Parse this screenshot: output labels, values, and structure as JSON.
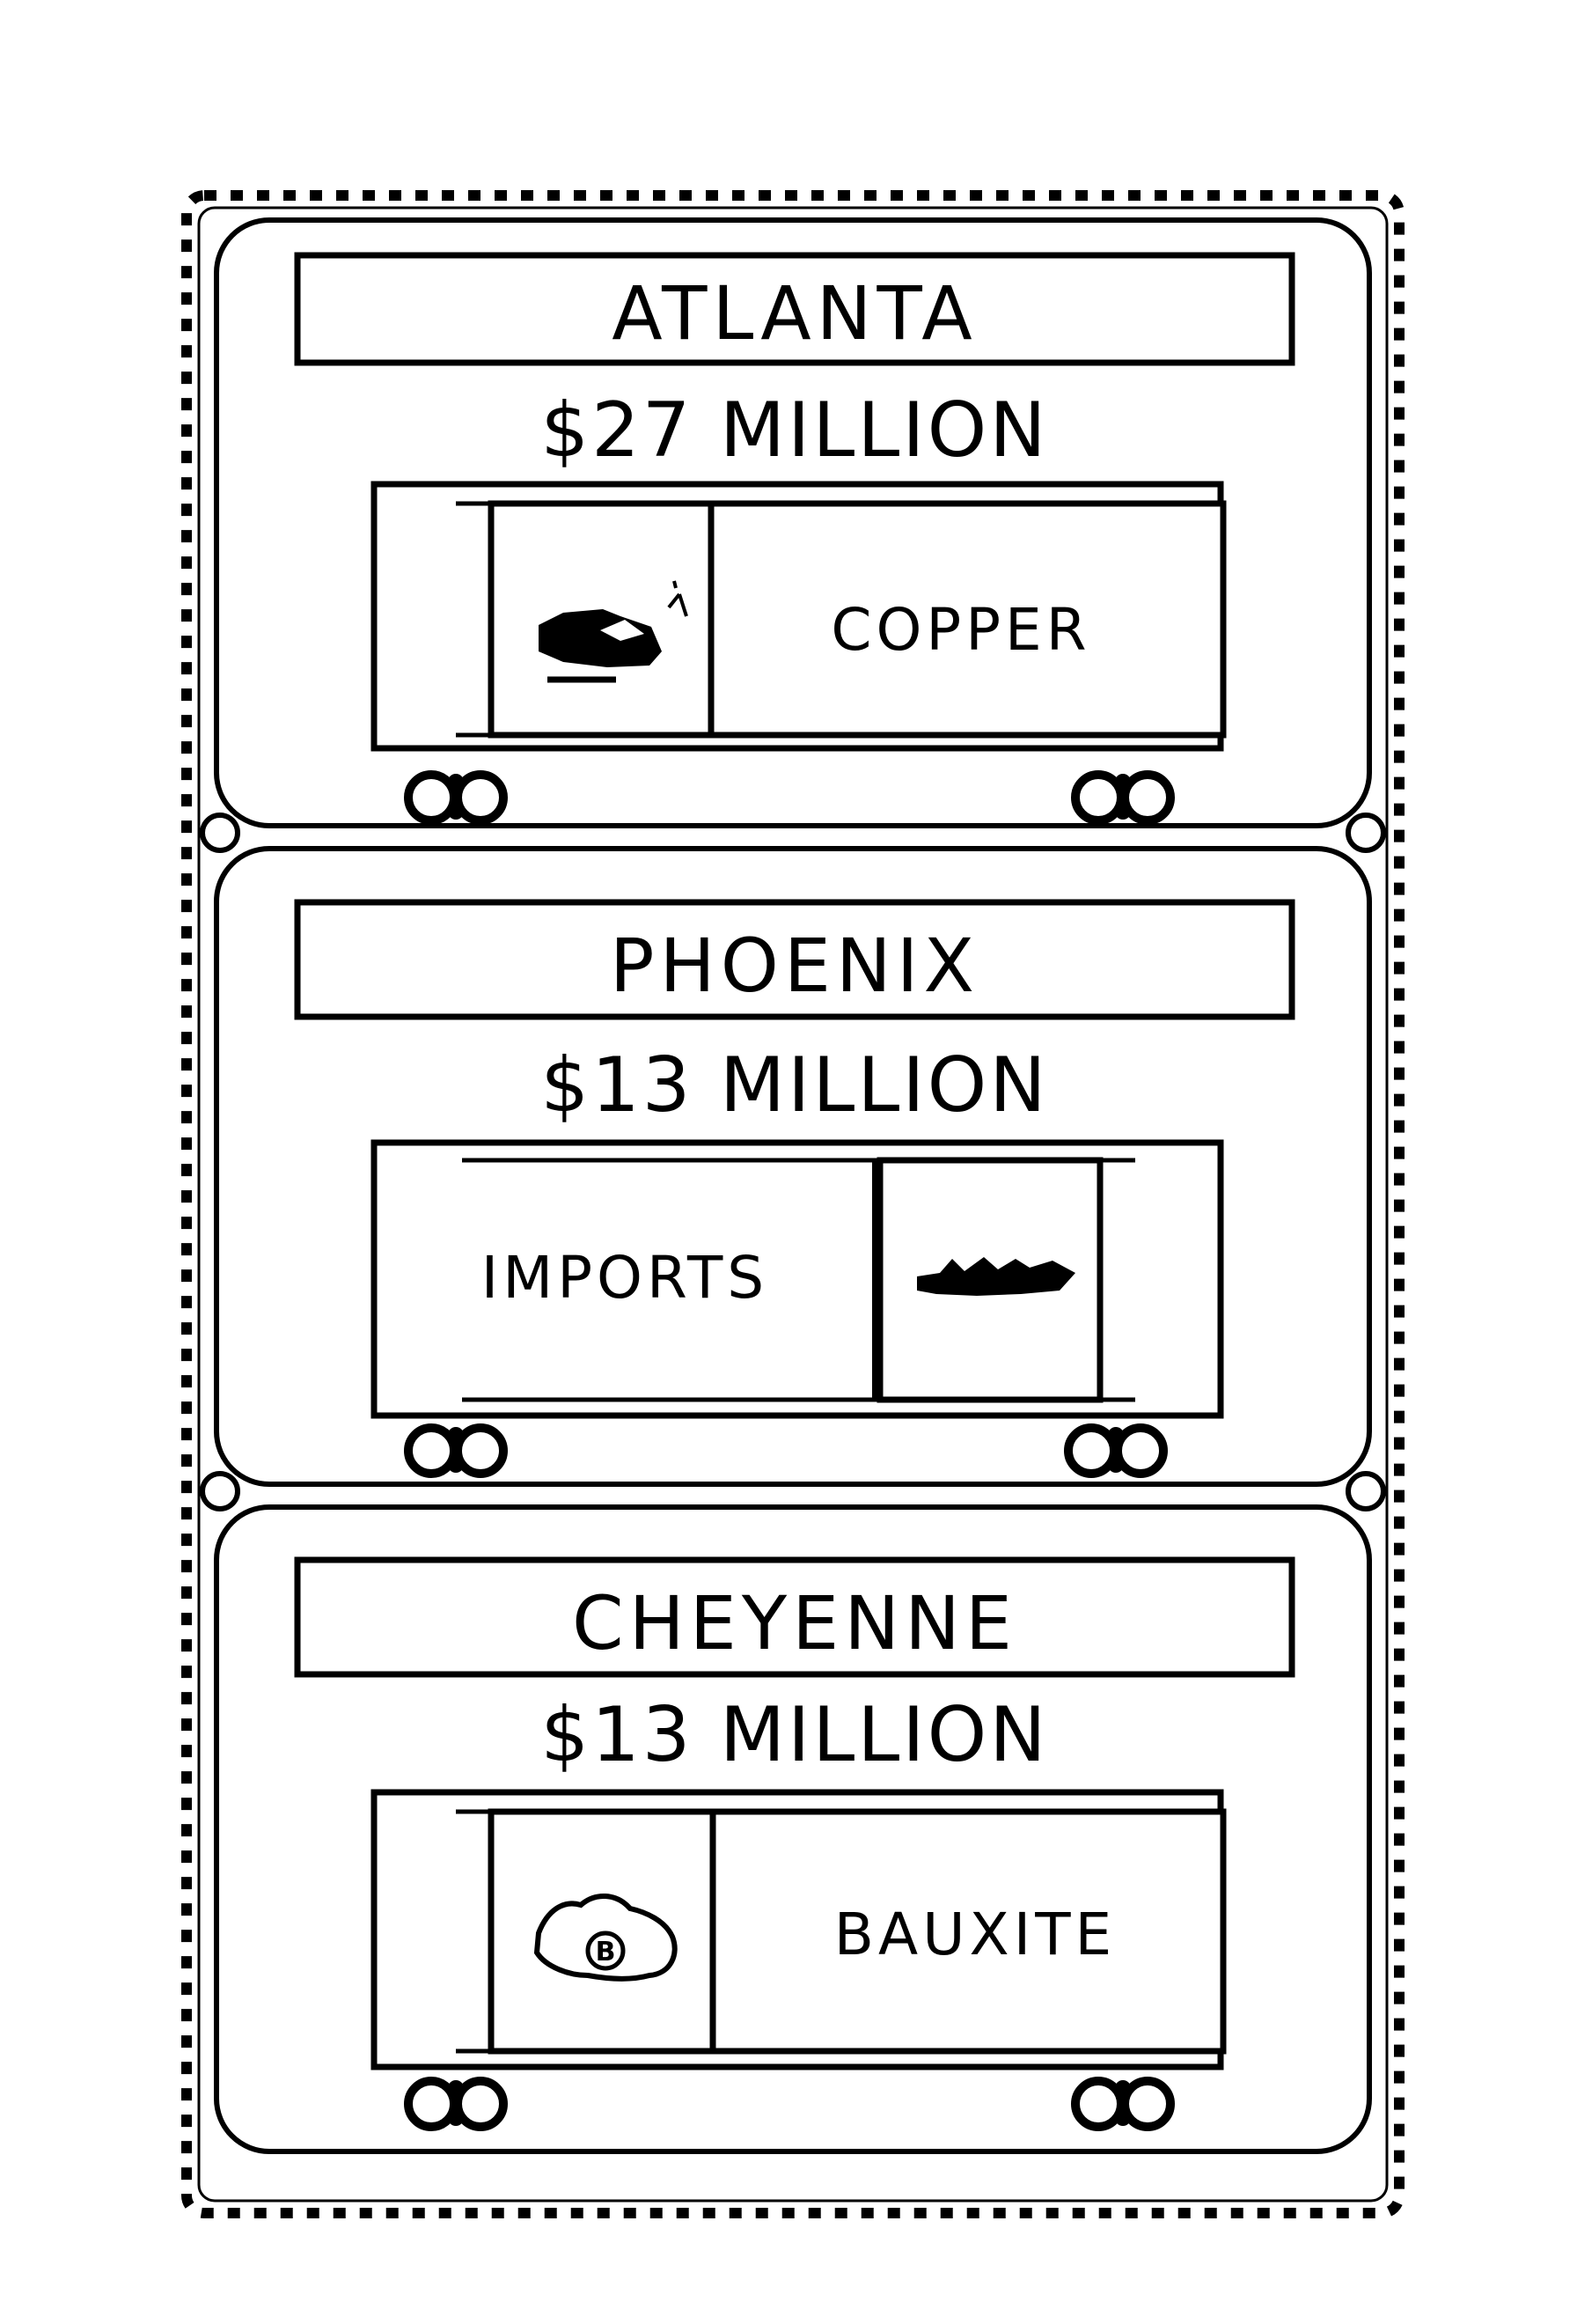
{
  "cards": [
    {
      "city": "ATLANTA",
      "amount": "$27 MILLION",
      "cargo": "COPPER",
      "cargo_icon": "copper-ore-icon",
      "icon_side": "left"
    },
    {
      "city": "PHOENIX",
      "amount": "$13 MILLION",
      "cargo": "IMPORTS",
      "cargo_icon": "cargo-ship-icon",
      "icon_side": "right"
    },
    {
      "city": "CHEYENNE",
      "amount": "$13 MILLION",
      "cargo": "BAUXITE",
      "cargo_icon": "bauxite-ore-icon",
      "icon_side": "left"
    }
  ],
  "icons": {
    "bauxite_badge": "B"
  },
  "colors": {
    "ink": "#000000",
    "paper": "#ffffff"
  }
}
